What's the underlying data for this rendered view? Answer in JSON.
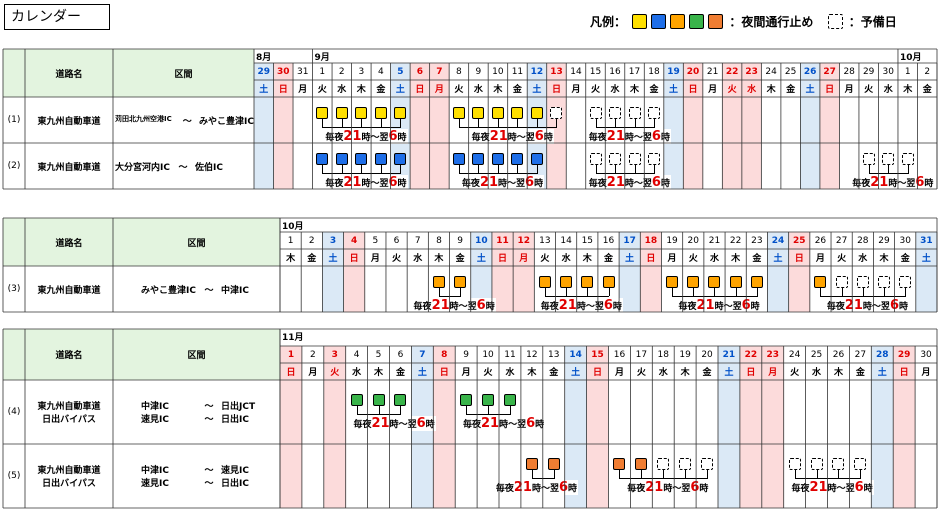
{
  "title": "カレンダー",
  "legend": {
    "label": "凡例：",
    "colors": [
      "#ffe000",
      "#1e6ee8",
      "#ffa400",
      "#39b44a",
      "#f07d32"
    ],
    "closure_text": "：夜間通行止め",
    "reserve_text": "：予備日"
  },
  "colors": {
    "sun_fill": "#fcdbdb",
    "sat_fill": "#dbe9f6",
    "header_fill": "#e3f4df",
    "sun_text": "#e00000",
    "sat_text": "#0050c8"
  },
  "headers": {
    "route": "道路名",
    "section": "区間"
  },
  "caption": {
    "pre": "毎夜",
    "h1": "21",
    "mid": "時～翌",
    "h2": "6",
    "post": "時"
  },
  "tables": [
    {
      "months": [
        {
          "label": "8月",
          "start": 0
        },
        {
          "label": "9月",
          "start": 3
        },
        {
          "label": "10月",
          "start": 33
        }
      ],
      "days": [
        "29",
        "30",
        "31",
        "1",
        "2",
        "3",
        "4",
        "5",
        "6",
        "7",
        "8",
        "9",
        "10",
        "11",
        "12",
        "13",
        "14",
        "15",
        "16",
        "17",
        "18",
        "19",
        "20",
        "21",
        "22",
        "23",
        "24",
        "25",
        "26",
        "27",
        "28",
        "29",
        "30",
        "1",
        "2"
      ],
      "weekdays": [
        "土",
        "日",
        "月",
        "火",
        "水",
        "木",
        "金",
        "土",
        "日",
        "月",
        "火",
        "水",
        "木",
        "金",
        "土",
        "日",
        "月",
        "火",
        "水",
        "木",
        "金",
        "土",
        "日",
        "月",
        "火",
        "水",
        "木",
        "金",
        "土",
        "日",
        "月",
        "火",
        "水",
        "木",
        "金"
      ],
      "holidays": [
        9,
        24,
        25
      ],
      "rows": [
        {
          "no": "(1)",
          "road": [
            "東九州自動車道"
          ],
          "section_lines": [
            {
              "from": "苅田北九州空港IC",
              "sep": "～",
              "to": "みやこ豊津IC",
              "small_from": true
            }
          ],
          "bars": [
            {
              "start": 3,
              "end": 7,
              "color": "#ffe000",
              "caption_start": 3,
              "caption_end": 7
            },
            {
              "start": 10,
              "end": 14,
              "color": "#ffe000",
              "reserve_after": 1,
              "caption_start": 10,
              "caption_end": 15
            },
            {
              "start": 17,
              "end": 0,
              "reserve_start": 17,
              "reserve_count": 4,
              "caption_start": 17,
              "caption_end": 20
            }
          ]
        },
        {
          "no": "(2)",
          "road": [
            "東九州自動車道"
          ],
          "section_lines": [
            {
              "from": "大分宮河内IC",
              "sep": "～",
              "to": "佐伯IC"
            }
          ],
          "bars": [
            {
              "start": 3,
              "end": 7,
              "color": "#1e6ee8",
              "caption_start": 3,
              "caption_end": 7
            },
            {
              "start": 10,
              "end": 14,
              "color": "#1e6ee8",
              "caption_start": 10,
              "caption_end": 14
            },
            {
              "start": 17,
              "end": 0,
              "reserve_start": 17,
              "reserve_count": 4,
              "caption_start": 17,
              "caption_end": 20
            },
            {
              "start": 31,
              "end": 0,
              "reserve_start": 31,
              "reserve_count": 3,
              "caption_start": 31,
              "caption_end": 33
            }
          ]
        }
      ]
    },
    {
      "months": [
        {
          "label": "10月",
          "start": 0
        }
      ],
      "days": [
        "1",
        "2",
        "3",
        "4",
        "5",
        "6",
        "7",
        "8",
        "9",
        "10",
        "11",
        "12",
        "13",
        "14",
        "15",
        "16",
        "17",
        "18",
        "19",
        "20",
        "21",
        "22",
        "23",
        "24",
        "25",
        "26",
        "27",
        "28",
        "29",
        "30",
        "31"
      ],
      "weekdays": [
        "木",
        "金",
        "土",
        "日",
        "月",
        "火",
        "水",
        "木",
        "金",
        "土",
        "日",
        "月",
        "火",
        "水",
        "木",
        "金",
        "土",
        "日",
        "月",
        "火",
        "水",
        "木",
        "金",
        "土",
        "日",
        "月",
        "火",
        "水",
        "木",
        "金",
        "土"
      ],
      "holidays": [
        11
      ],
      "rows": [
        {
          "no": "(3)",
          "road": [
            "東九州自動車道"
          ],
          "section_lines": [
            {
              "from": "みやこ豊津IC",
              "sep": "～",
              "to": "中津IC"
            }
          ],
          "bars": [
            {
              "start": 7,
              "end": 8,
              "color": "#ffa400",
              "caption_start": 6,
              "caption_end": 9
            },
            {
              "start": 12,
              "end": 15,
              "color": "#ffa400",
              "caption_start": 12,
              "caption_end": 15
            },
            {
              "start": 18,
              "end": 22,
              "color": "#ffa400",
              "caption_start": 18,
              "caption_end": 22
            },
            {
              "start": 25,
              "end": 25,
              "color": "#ffa400",
              "reserve_after": 4,
              "caption_start": 25,
              "caption_end": 29
            }
          ]
        }
      ]
    },
    {
      "months": [
        {
          "label": "11月",
          "start": 0
        }
      ],
      "days": [
        "1",
        "2",
        "3",
        "4",
        "5",
        "6",
        "7",
        "8",
        "9",
        "10",
        "11",
        "12",
        "13",
        "14",
        "15",
        "16",
        "17",
        "18",
        "19",
        "20",
        "21",
        "22",
        "23",
        "24",
        "25",
        "26",
        "27",
        "28",
        "29",
        "30"
      ],
      "weekdays": [
        "日",
        "月",
        "火",
        "水",
        "木",
        "金",
        "土",
        "日",
        "月",
        "火",
        "水",
        "木",
        "金",
        "土",
        "日",
        "月",
        "火",
        "水",
        "木",
        "金",
        "土",
        "日",
        "月",
        "火",
        "水",
        "木",
        "金",
        "土",
        "日",
        "月"
      ],
      "holidays": [
        2,
        22
      ],
      "rows": [
        {
          "no": "(4)",
          "road": [
            "東九州自動車道",
            "日出バイパス"
          ],
          "section_lines": [
            {
              "from": "中津IC",
              "sep": "～",
              "to": "日出JCT"
            },
            {
              "from": "速見IC",
              "sep": "～",
              "to": "日出IC"
            }
          ],
          "bars": [
            {
              "start": 3,
              "end": 5,
              "color": "#39b44a",
              "caption_start": 3,
              "caption_end": 6
            },
            {
              "start": 8,
              "end": 10,
              "color": "#39b44a",
              "caption_start": 8,
              "caption_end": 11
            }
          ]
        },
        {
          "no": "(5)",
          "road": [
            "東九州自動車道",
            "日出バイパス"
          ],
          "section_lines": [
            {
              "from": "中津IC",
              "sep": "～",
              "to": "速見IC"
            },
            {
              "from": "速見IC",
              "sep": "～",
              "to": "日出IC"
            }
          ],
          "bars": [
            {
              "start": 11,
              "end": 12,
              "color": "#f07d32",
              "caption_start": 9,
              "caption_end": 13
            },
            {
              "start": 15,
              "end": 16,
              "color": "#f07d32",
              "reserve_after": 3,
              "caption_start": 15,
              "caption_end": 19
            },
            {
              "start": 23,
              "end": 0,
              "reserve_start": 23,
              "reserve_count": 4,
              "caption_start": 22,
              "caption_end": 27
            }
          ]
        }
      ]
    }
  ]
}
